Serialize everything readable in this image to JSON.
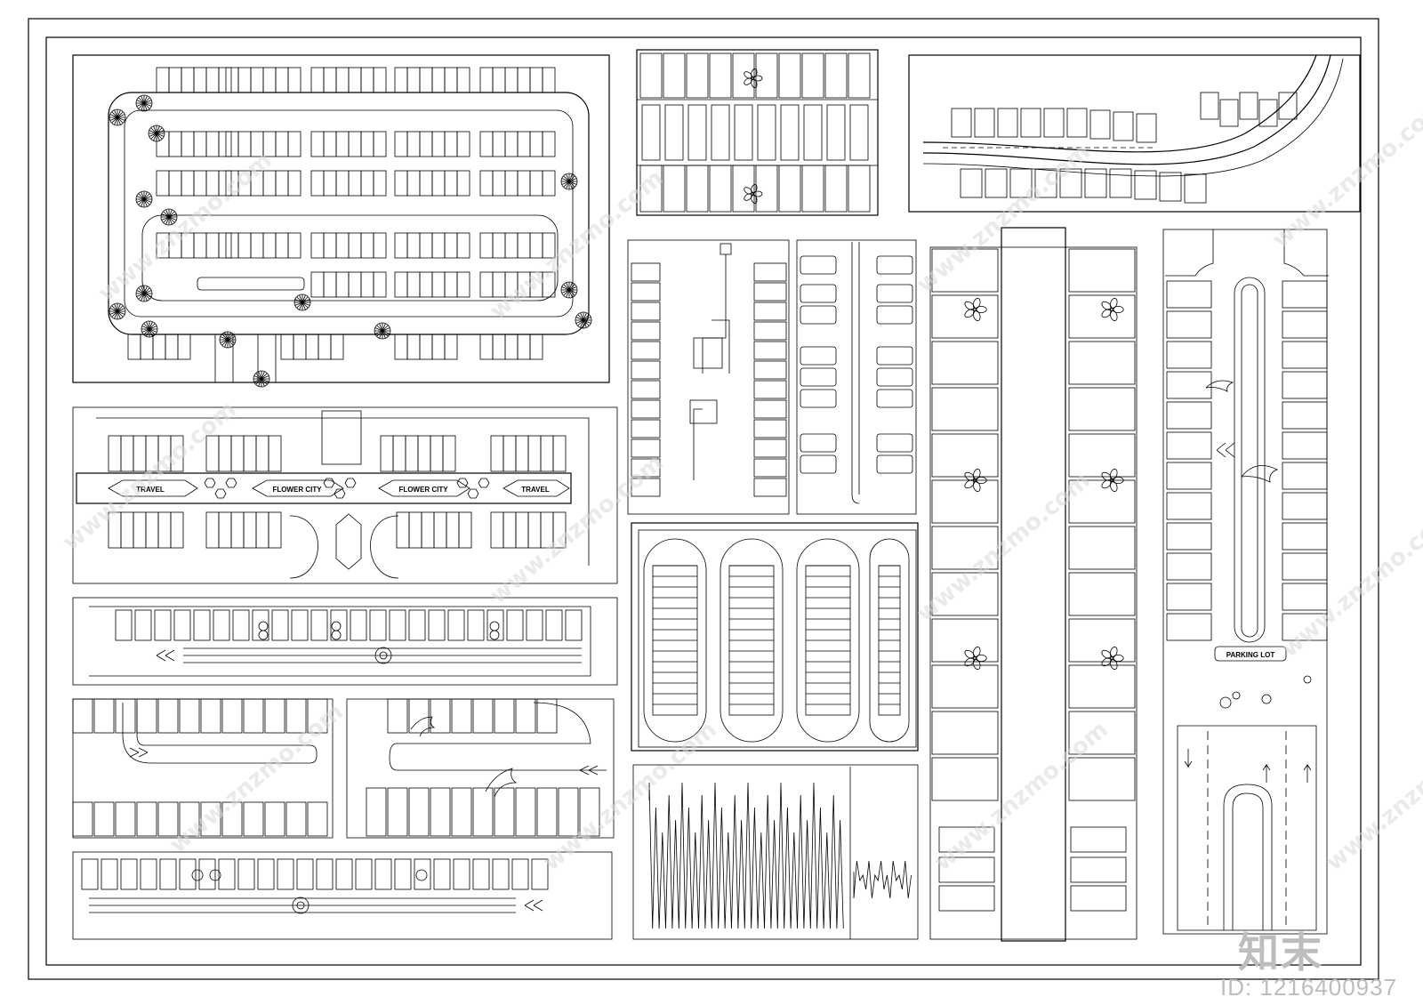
{
  "labels": {
    "travel": "TRAVEL",
    "flower_city": "FLOWER CITY",
    "parking_lot": "PARKING LOT"
  },
  "watermark": {
    "site": "www.znzmo.com",
    "brand": "知末",
    "id": "ID: 1216400937"
  },
  "icons": [
    "flower-icon",
    "leaf-icon",
    "dolphin-icon",
    "fish-icon",
    "tree-icon",
    "arrow-icon"
  ]
}
